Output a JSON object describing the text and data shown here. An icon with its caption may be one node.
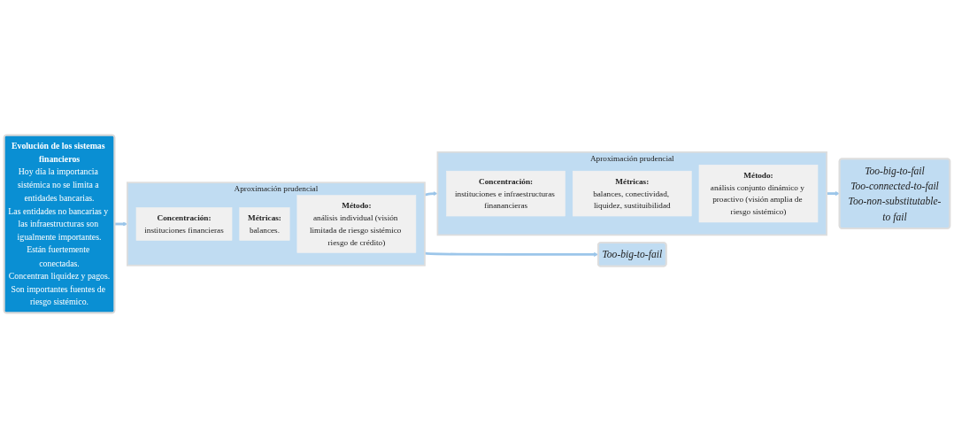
{
  "diagram": {
    "nodes": [
      {
        "text": [
          "Evolución de los sistemas financieros",
          "Hoy día la importancia sistémica no se limita a entidades bancarias.",
          "Las entidades no bancarias y las infraestructuras son igualmente importantes.",
          "Están fuertemente conectadas.",
          "Concentran liquidez y pagos.",
          "Son importantes fuentes de riesgo sistémico."
        ]
      },
      {
        "text": [
          "Aproximación prudencial"
        ]
      },
      {
        "text": [
          "Concentración:",
          "instituciones financieras"
        ],
        "in": 1
      },
      {
        "text": [
          "Métricas:",
          "balances."
        ],
        "in": 1
      },
      {
        "text": [
          "Método:",
          "análisis individual (visión limitada de riesgo sistémico riesgo de crédito)"
        ],
        "in": 1
      },
      {
        "text": [
          "Aproximación prudencial"
        ]
      },
      {
        "text": [
          "Concentración:",
          "instituciones e infraestructuras finanancieras"
        ],
        "in": 5
      },
      {
        "text": [
          "Métricas:",
          "balances, conectividad, liquidez, sustituibilidad"
        ],
        "in": 5
      },
      {
        "text": [
          "Método:",
          "análisis conjunto dinámico y proactivo (visión amplia de riesgo sistémico)"
        ],
        "in": 5
      },
      {
        "text": [
          "Too-big-to-fail"
        ]
      },
      {
        "text": [
          "Too-big-to-fail",
          "Too-connected-to-fail",
          "Too-non-substitutable-to fail"
        ]
      }
    ],
    "edges": [
      {
        "from": 0,
        "to": 1,
        "arrow": "to"
      },
      {
        "from": 1,
        "to": 5,
        "arrow": "to"
      },
      {
        "from": 1,
        "to": 9,
        "arrow": "to"
      },
      {
        "from": 5,
        "to": 10,
        "arrow": "to"
      }
    ]
  }
}
